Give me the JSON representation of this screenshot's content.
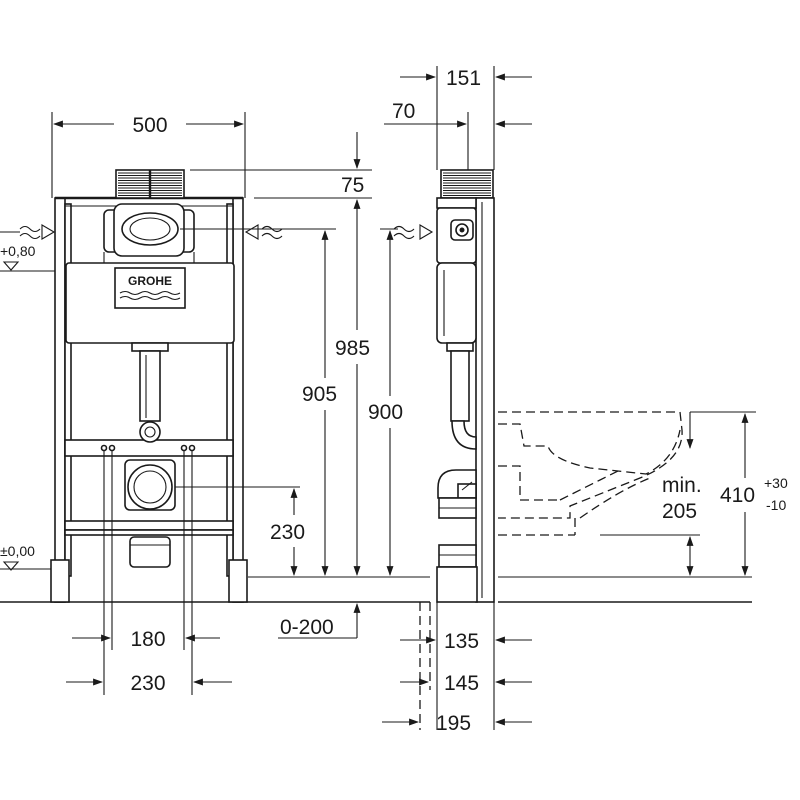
{
  "brand": "GROHE",
  "dimensions": {
    "frame_width": "500",
    "top_offset": "75",
    "height_985": "985",
    "height_905": "905",
    "height_900": "900",
    "height_230": "230",
    "spacing_180": "180",
    "spacing_230": "230",
    "floor_range": "0-200",
    "side_depth_151": "151",
    "side_offset_70": "70",
    "depth_135": "135",
    "depth_145": "145",
    "depth_195": "195",
    "pan_height": "410",
    "pan_height_plus": "+30",
    "pan_height_minus": "-10",
    "min_label": "min.",
    "min_value": "205"
  },
  "levels": {
    "upper": "+0,80",
    "floor": "±0,00"
  }
}
